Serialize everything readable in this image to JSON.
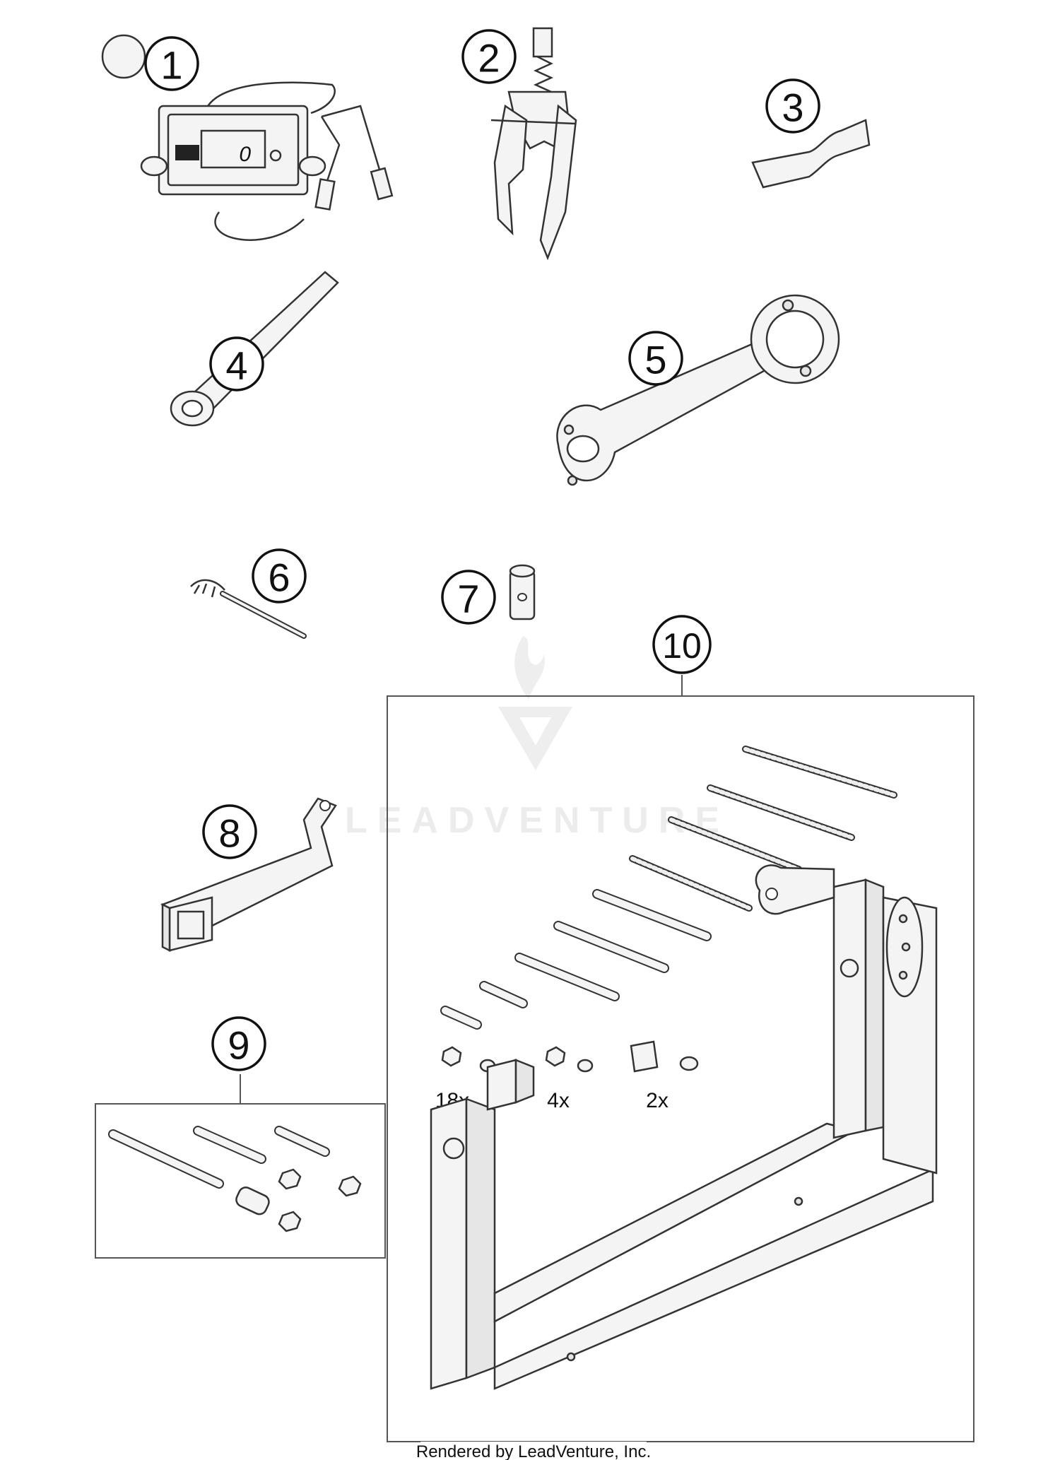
{
  "parts": [
    {
      "number": "1"
    },
    {
      "number": "2"
    },
    {
      "number": "3"
    },
    {
      "number": "4"
    },
    {
      "number": "5"
    },
    {
      "number": "6"
    },
    {
      "number": "7"
    },
    {
      "number": "8"
    },
    {
      "number": "9"
    },
    {
      "number": "10"
    }
  ],
  "part1_meter": {
    "display_value": "0"
  },
  "part10_quantities": [
    "18x",
    "4x",
    "2x"
  ],
  "watermark": {
    "text": "LEADVENTURE",
    "icon": "leadventure-flame-logo"
  },
  "credit": "Rendered by LeadVenture, Inc."
}
